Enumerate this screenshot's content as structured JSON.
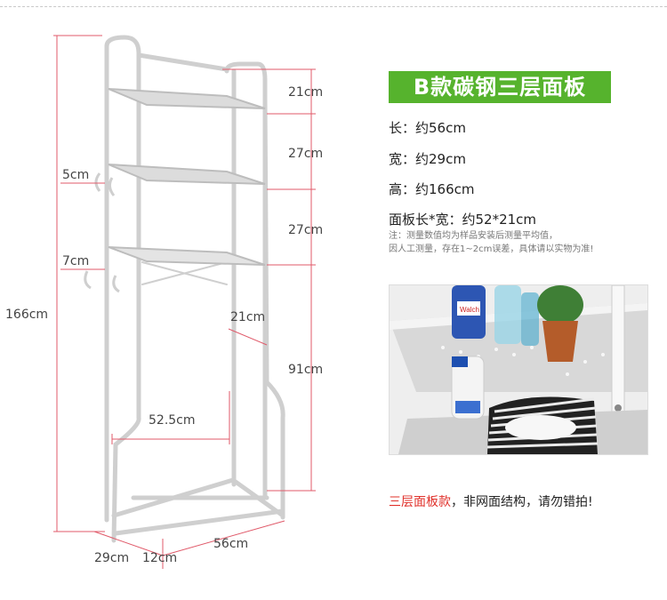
{
  "dimensions": {
    "shelf_gap_top": "21cm",
    "shelf_gap_mid": "27cm",
    "shelf_gap_low": "27cm",
    "leg_height": "91cm",
    "hook_top": "5cm",
    "hook_low": "7cm",
    "total_height": "166cm",
    "shelf_depth": "21cm",
    "inner_width": "52.5cm",
    "base_width": "56cm",
    "base_depth": "29cm",
    "foot_depth": "12cm"
  },
  "title": "B款碳钢三层面板",
  "specs": {
    "length": "长：约56cm",
    "width": "宽：约29cm",
    "height": "高：约166cm",
    "panel": "面板长*宽：约52*21cm"
  },
  "note": {
    "line1": "注：测量数值均为样品安装后测量平均值，",
    "line2": "因人工测量，存在1~2cm误差，具体请以实物为准!"
  },
  "photo": {
    "bottle_label": "Walch"
  },
  "bottom": {
    "highlight": "三层面板款",
    "rest": "，非网面结构，请勿错拍!"
  },
  "colors": {
    "title_bg": "#56b32d",
    "dim_line": "#e05a6a",
    "highlight": "#e0302a"
  }
}
